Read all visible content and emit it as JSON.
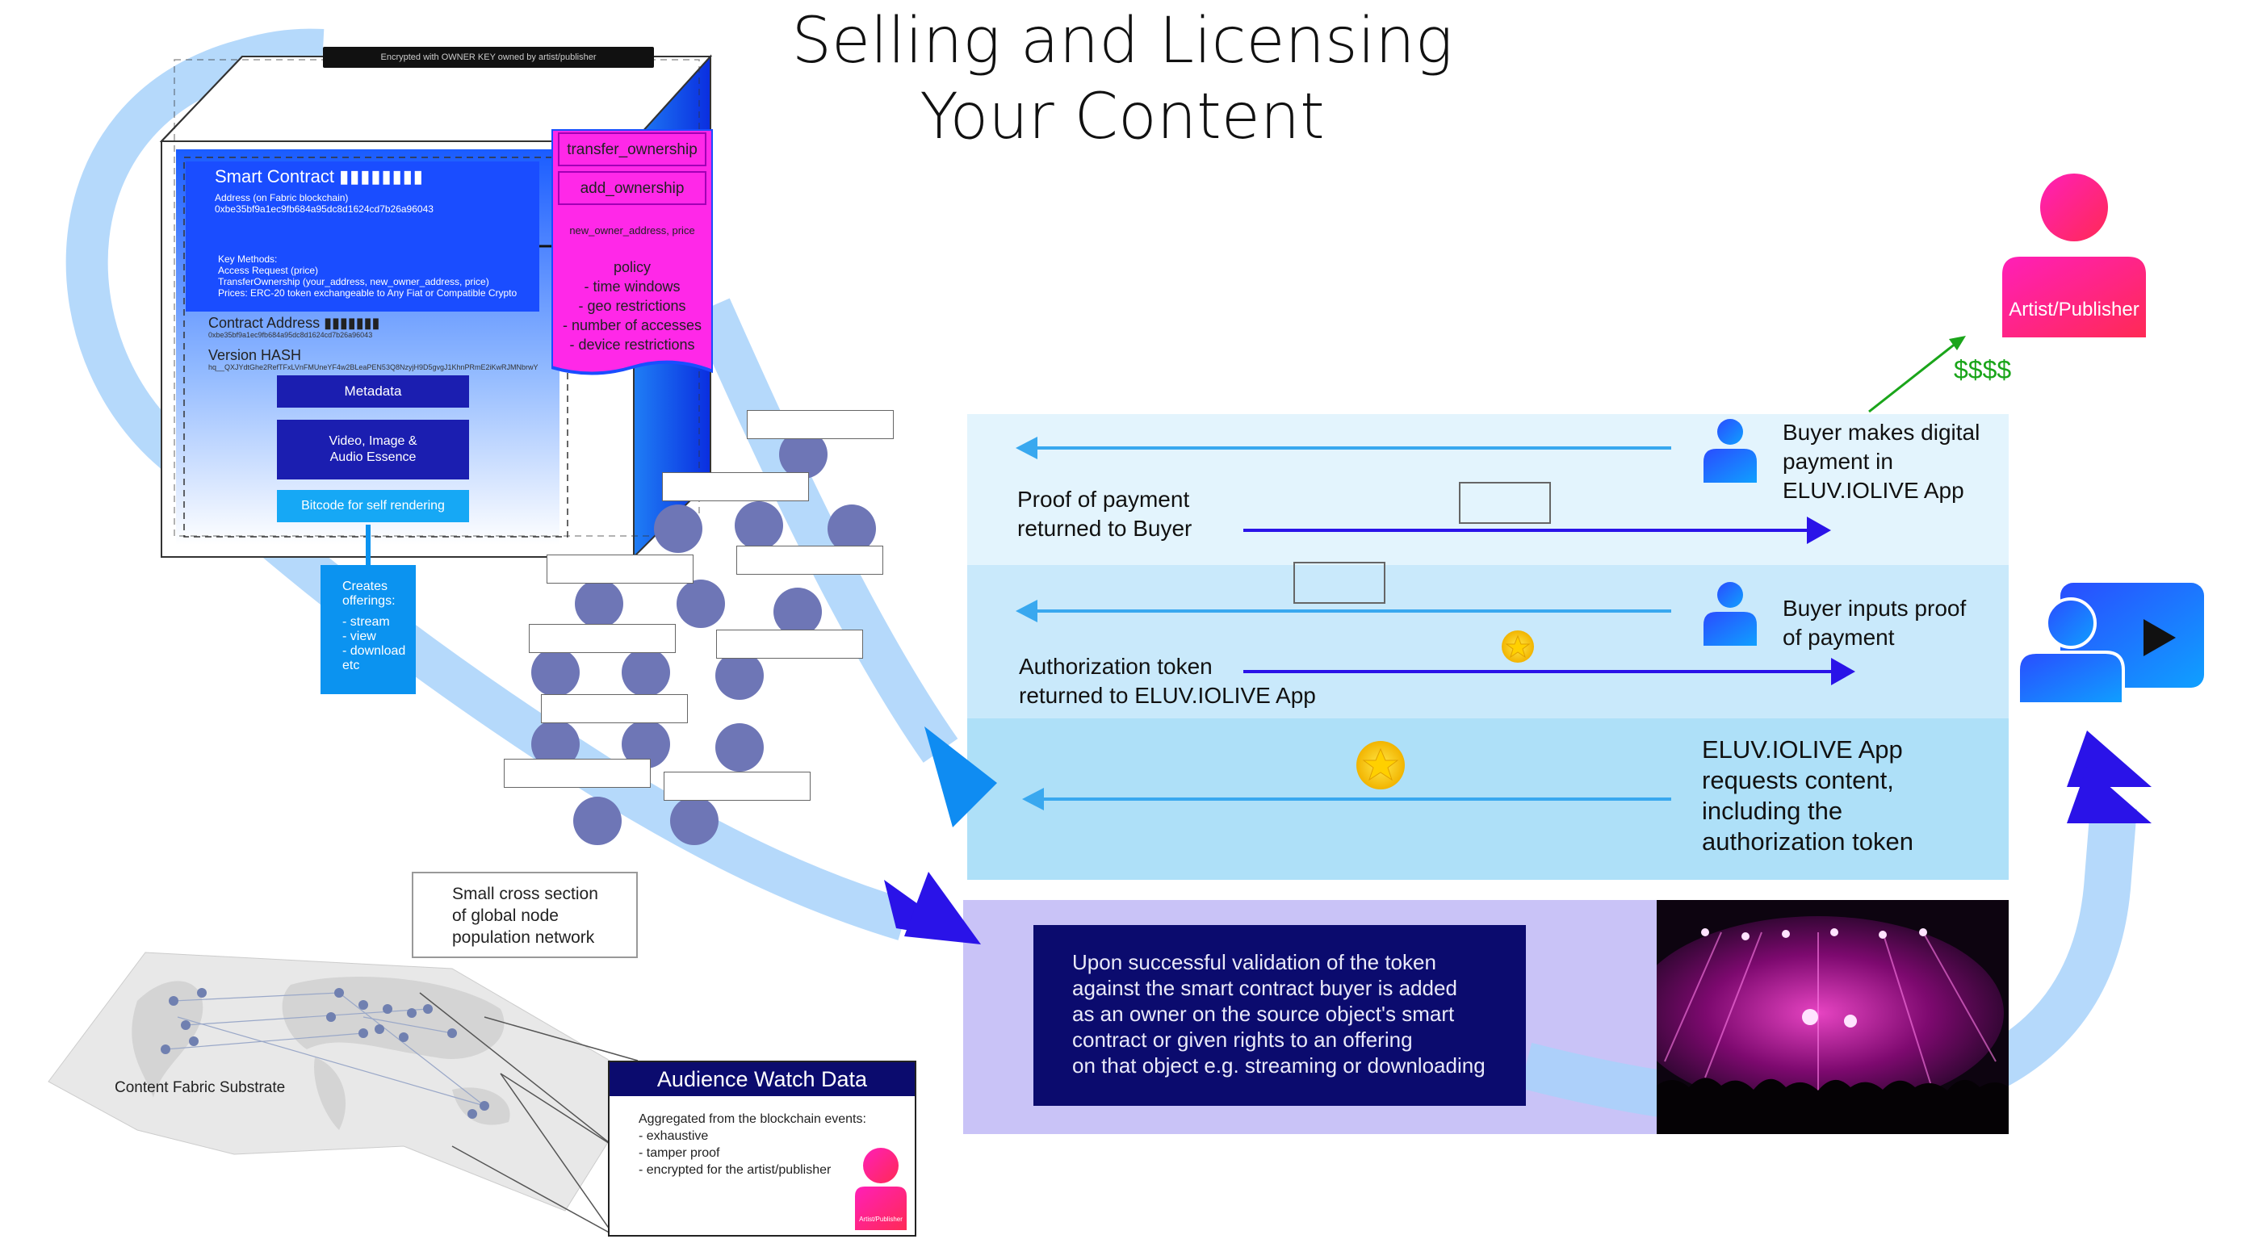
{
  "title": [
    "Selling and Licensing",
    "Your Content"
  ],
  "cube": {
    "top_label": "Encrypted with OWNER KEY owned by artist/publisher",
    "smart_contract": {
      "title": "Smart Contract",
      "address_label": "Address (on Fabric blockchain)",
      "address": "0xbe35bf9a1ec9fb684a95dc8d1624cd7b26a96043",
      "methods_label": "Key Methods:",
      "method_1": "Access Request (price)",
      "method_2": "TransferOwnership (your_address, new_owner_address, price)",
      "prices": "Prices: ERC-20 token exchangeable to Any Fiat or Compatible Crypto"
    },
    "contract_address_label": "Contract Address",
    "contract_address_value": "0xbe35bf9a1ec9fb684a95dc8d1624cd7b26a96043",
    "version_hash_label": "Version HASH",
    "version_hash_value": "hq__QXJYdtGhe2RefTFxLVnFMUneYF4w2BLeaPEN53Q8NzyjH9D5gvgJ1KhnPRmE2iKwRJMNbrwY",
    "metadata": "Metadata",
    "essence": [
      "Video, Image &",
      "Audio Essence"
    ],
    "bitcode": "Bitcode for self rendering"
  },
  "offerings": {
    "title": [
      "Creates",
      "offerings:"
    ],
    "items": [
      "- stream",
      "- view",
      "- download",
      "etc"
    ]
  },
  "methods_panel": {
    "btn1": "transfer_ownership",
    "btn2": "add_ownership",
    "args": "new_owner_address, price",
    "policy": [
      "policy",
      "- time windows",
      "- geo restrictions",
      "- number of accesses",
      "- device restrictions"
    ]
  },
  "flow": {
    "buyer_pays": [
      "Buyer makes digital",
      "payment in",
      "ELUV.IOLIVE App"
    ],
    "proof_returned": [
      "Proof of payment",
      "returned to Buyer"
    ],
    "buyer_inputs": [
      "Buyer inputs proof",
      "of payment"
    ],
    "auth_returned": [
      "Authorization token",
      "returned to ELUV.IOLIVE App"
    ],
    "app_requests": [
      "ELUV.IOLIVE App",
      "requests content,",
      "including the",
      "authorization token"
    ],
    "money": "$$$$",
    "artist": "Artist/Publisher"
  },
  "validation": [
    "Upon successful validation of the token",
    "against the smart contract buyer is added",
    "as an owner on the source object's smart",
    "contract or given rights to an offering",
    "on that object e.g. streaming or downloading"
  ],
  "cross_section": [
    "Small cross section",
    "of global node",
    "population network"
  ],
  "substrate": "Content Fabric Substrate",
  "watch": {
    "title": "Audience Watch Data",
    "lines": [
      "Aggregated from the blockchain events:",
      "- exhaustive",
      "- tamper proof",
      "- encrypted for the artist/publisher"
    ],
    "avatar_label": "Artist/Publisher"
  },
  "colors": {
    "pink": "#ff1f8e",
    "blue_accent": "#1a4dff",
    "navy": "#0b0b6e",
    "arrow_purple": "#2a13e8",
    "flow_arrow_light": "#39a8ef",
    "money_green": "#1aa51a"
  }
}
